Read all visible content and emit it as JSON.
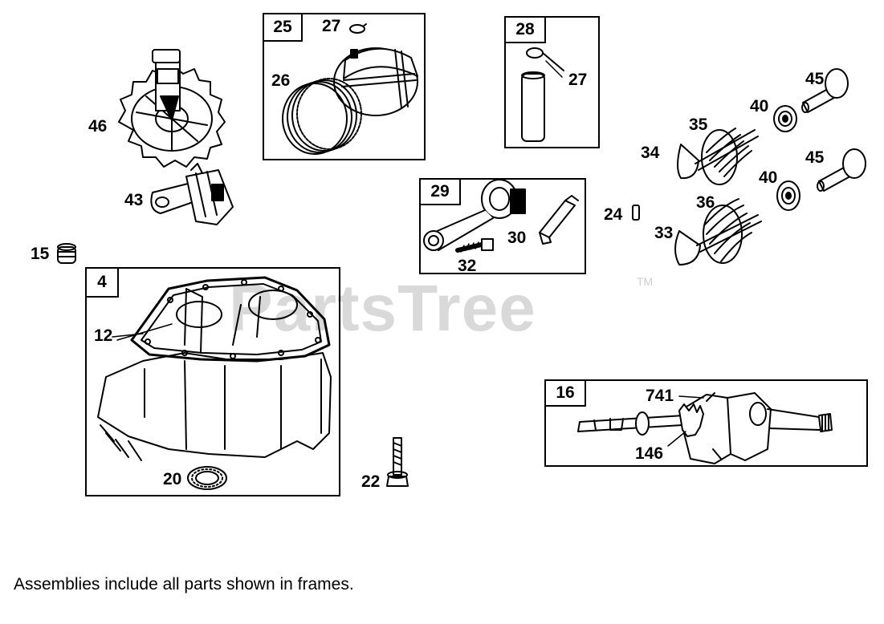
{
  "watermark": {
    "text": "PartsTree",
    "trademark": "TM"
  },
  "frames": [
    {
      "id": "frame-25",
      "label": "25"
    },
    {
      "id": "frame-28",
      "label": "28"
    },
    {
      "id": "frame-29",
      "label": "29"
    },
    {
      "id": "frame-4",
      "label": "4"
    },
    {
      "id": "frame-16",
      "label": "16"
    }
  ],
  "callouts": {
    "p27a": "27",
    "p26": "26",
    "p27b": "27",
    "p46": "46",
    "p43": "43",
    "p15": "15",
    "p29_30": "30",
    "p32": "32",
    "p24": "24",
    "p35": "35",
    "p34": "34",
    "p40a": "40",
    "p45a": "45",
    "p40b": "40",
    "p45b": "45",
    "p36": "36",
    "p33": "33",
    "p12": "12",
    "p20": "20",
    "p22": "22",
    "p741": "741",
    "p146": "146"
  },
  "footnote": "Assemblies include all parts shown in frames."
}
